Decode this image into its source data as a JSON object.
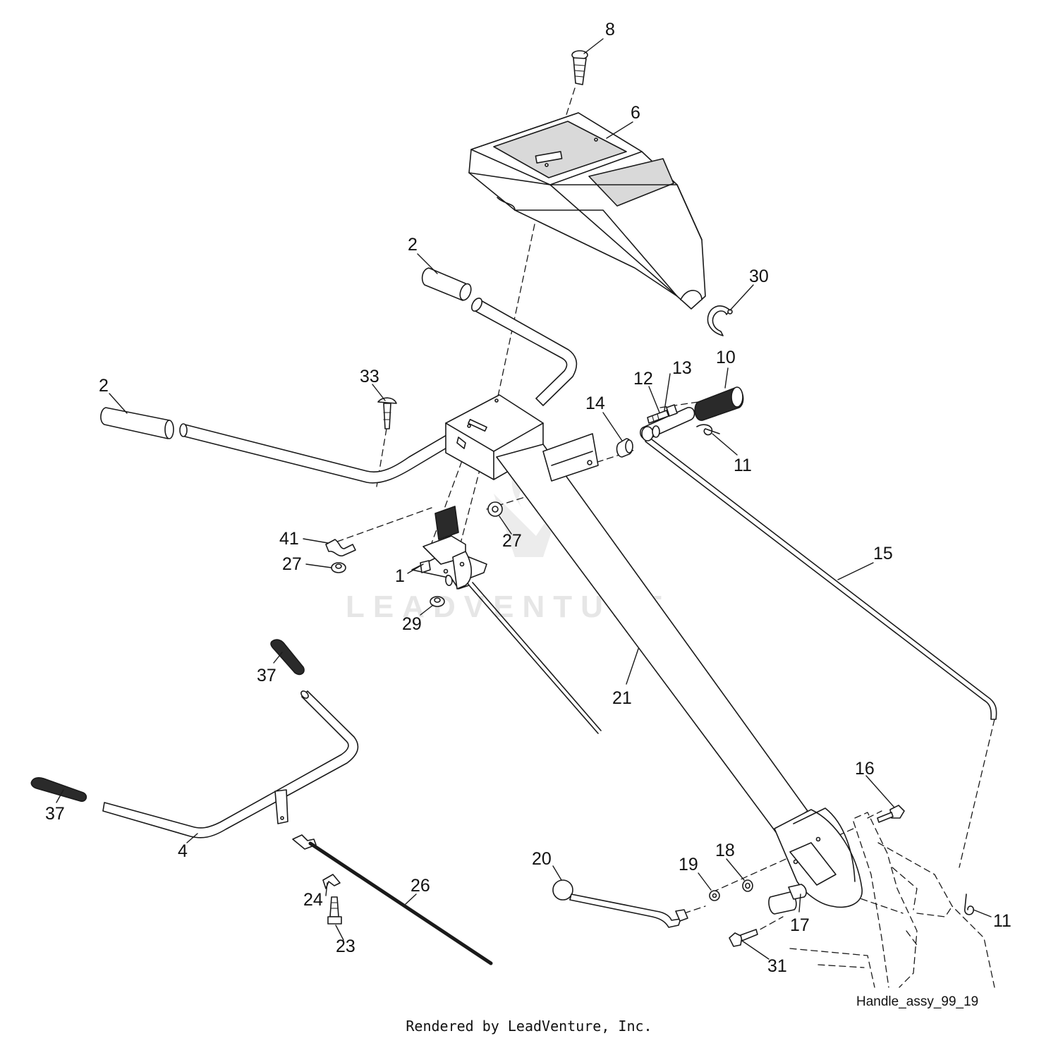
{
  "diagram": {
    "figure_id": "Handle_assy_99_19",
    "credit": "Rendered by LeadVenture, Inc.",
    "watermark": "LEADVENTURE",
    "callouts": [
      {
        "id": "c8",
        "text": "8"
      },
      {
        "id": "c6",
        "text": "6"
      },
      {
        "id": "c2a",
        "text": "2"
      },
      {
        "id": "c30",
        "text": "30"
      },
      {
        "id": "c2b",
        "text": "2"
      },
      {
        "id": "c33",
        "text": "33"
      },
      {
        "id": "c12",
        "text": "12"
      },
      {
        "id": "c13",
        "text": "13"
      },
      {
        "id": "c10",
        "text": "10"
      },
      {
        "id": "c14",
        "text": "14"
      },
      {
        "id": "c11a",
        "text": "11"
      },
      {
        "id": "c41",
        "text": "41"
      },
      {
        "id": "c27a",
        "text": "27"
      },
      {
        "id": "c1",
        "text": "1"
      },
      {
        "id": "c27b",
        "text": "27"
      },
      {
        "id": "c15",
        "text": "15"
      },
      {
        "id": "c29",
        "text": "29"
      },
      {
        "id": "c37a",
        "text": "37"
      },
      {
        "id": "c21",
        "text": "21"
      },
      {
        "id": "c37b",
        "text": "37"
      },
      {
        "id": "c4",
        "text": "4"
      },
      {
        "id": "c16",
        "text": "16"
      },
      {
        "id": "c20",
        "text": "20"
      },
      {
        "id": "c26",
        "text": "26"
      },
      {
        "id": "c19",
        "text": "19"
      },
      {
        "id": "c18",
        "text": "18"
      },
      {
        "id": "c24",
        "text": "24"
      },
      {
        "id": "c17",
        "text": "17"
      },
      {
        "id": "c11b",
        "text": "11"
      },
      {
        "id": "c23",
        "text": "23"
      },
      {
        "id": "c31",
        "text": "31"
      }
    ]
  }
}
